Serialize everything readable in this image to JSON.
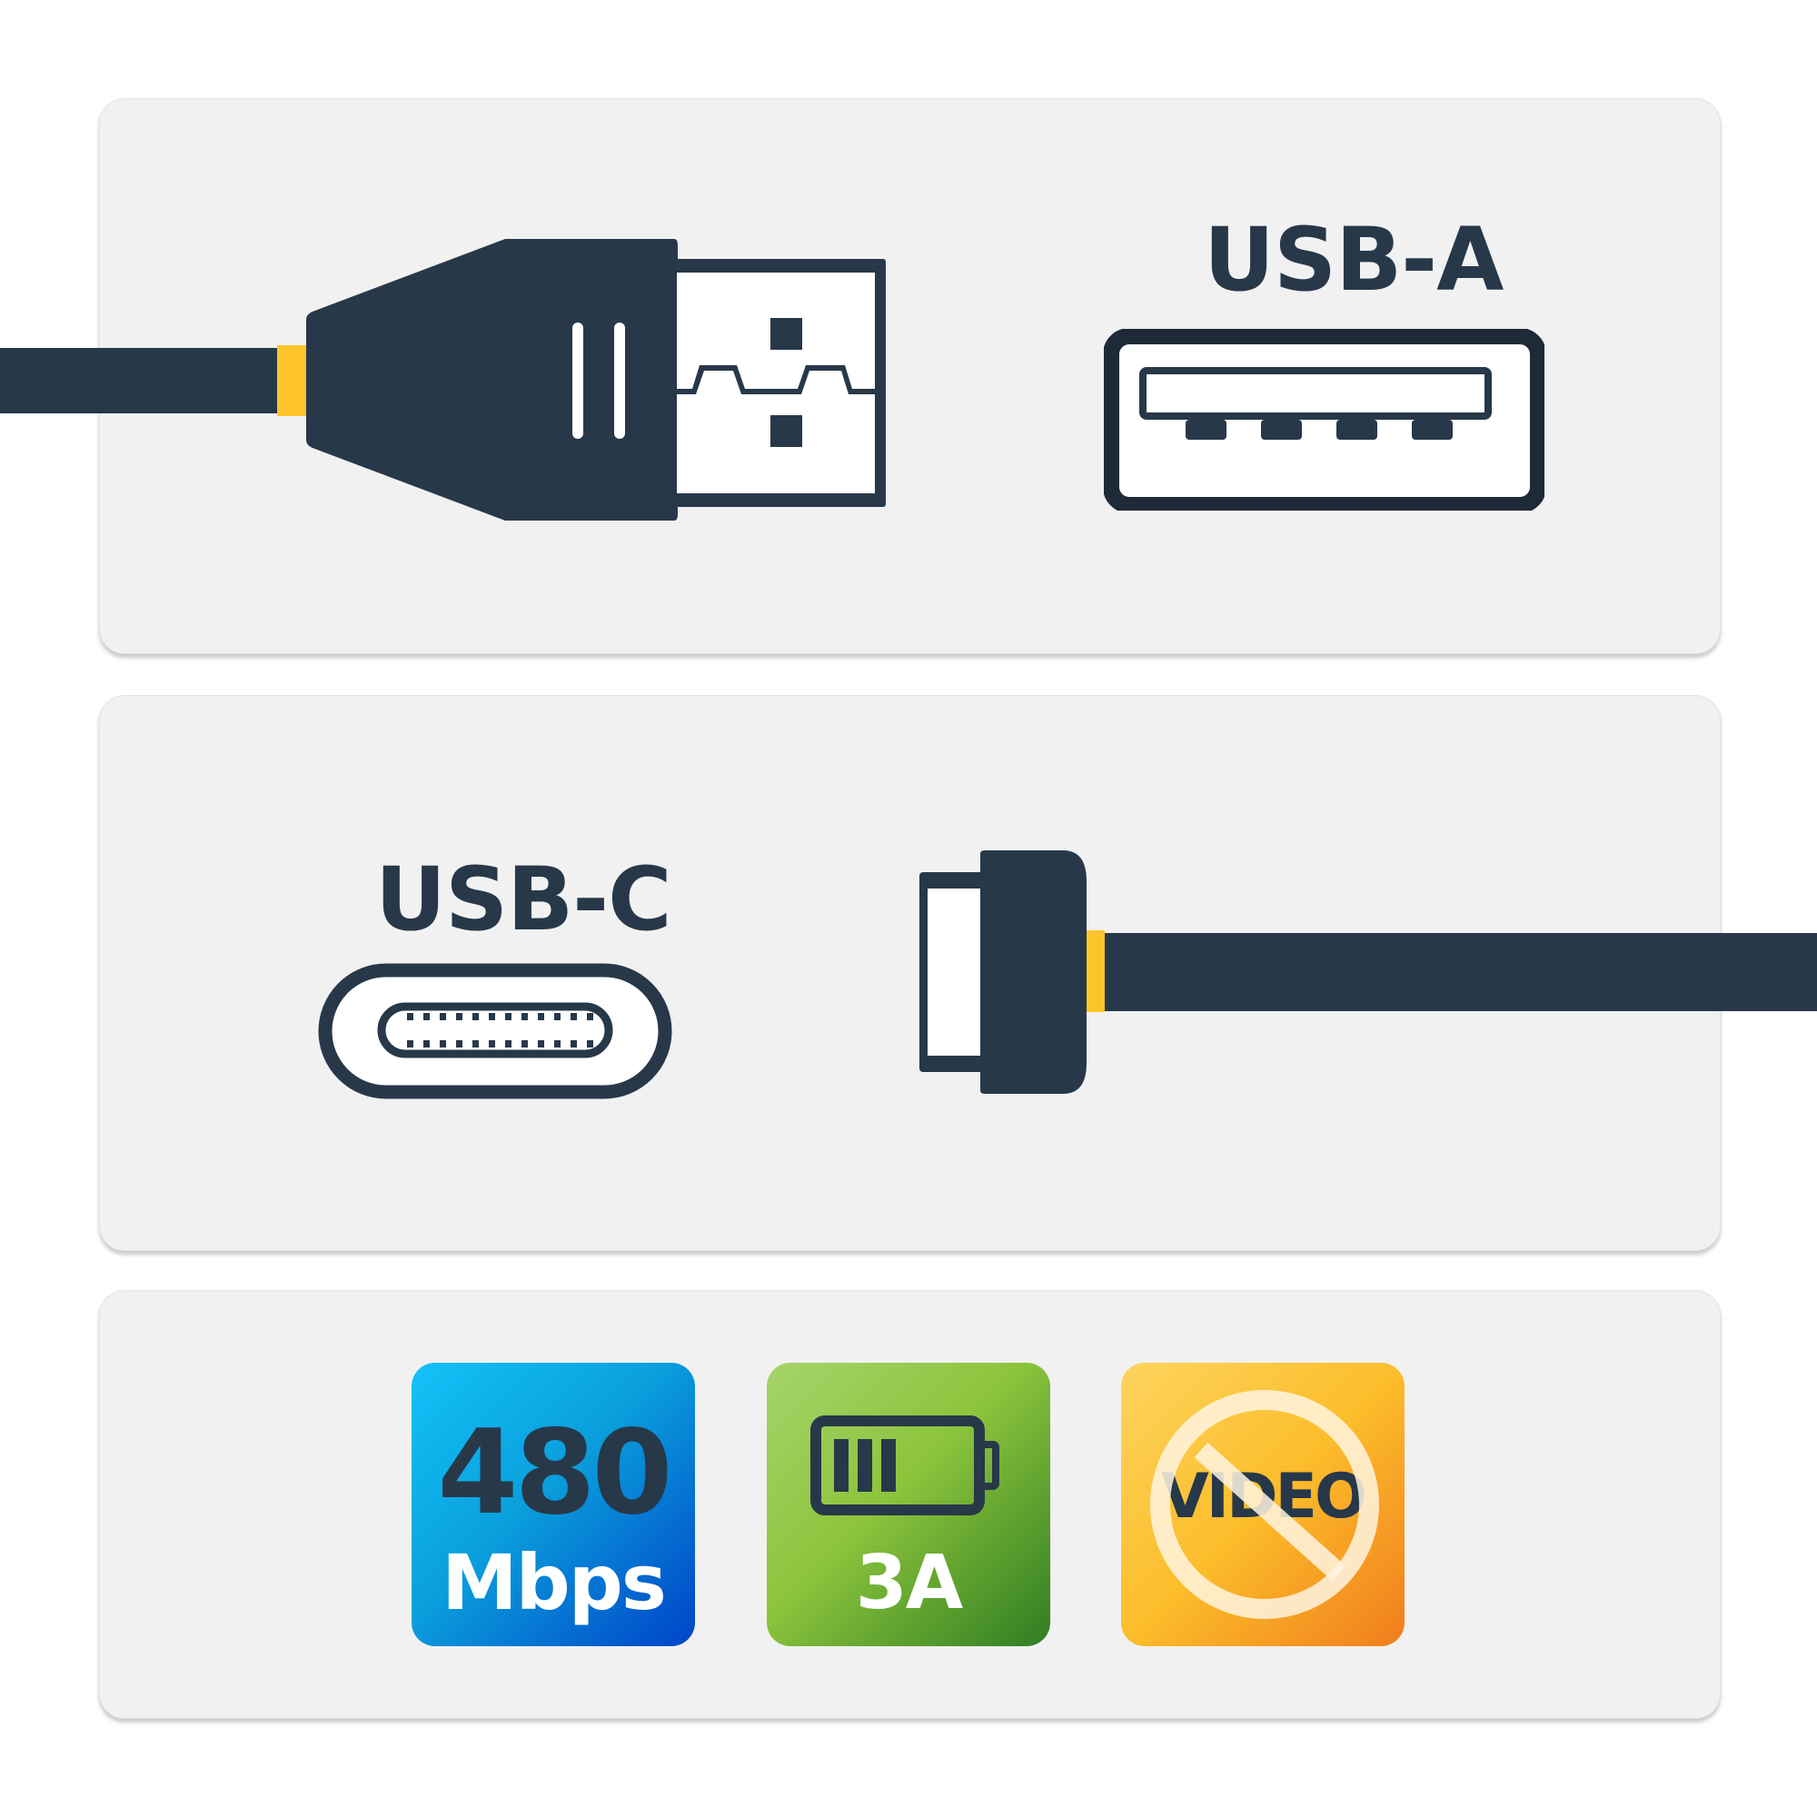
{
  "colors": {
    "dark": "#273849",
    "accent_yellow": "#fdc52b",
    "panel_bg": "#f1f1f1",
    "speed_badge": [
      "#13c2f8",
      "#0044c8"
    ],
    "power_badge": [
      "#a6d36b",
      "#2f7d22"
    ],
    "video_badge": [
      "#fdd45e",
      "#f07d1c"
    ]
  },
  "panels": {
    "usb_a": {
      "label": "USB-A",
      "icon": "usb-a-port-icon",
      "connector": "usb-a-plug-icon"
    },
    "usb_c": {
      "label": "USB-C",
      "icon": "usb-c-port-icon",
      "connector": "usb-c-plug-icon"
    }
  },
  "specs": [
    {
      "value": "480",
      "unit": "Mbps",
      "icon": "speed-icon"
    },
    {
      "value": "3A",
      "icon": "battery-icon"
    },
    {
      "value": "VIDEO",
      "icon": "no-video-icon",
      "status": "not supported"
    }
  ]
}
